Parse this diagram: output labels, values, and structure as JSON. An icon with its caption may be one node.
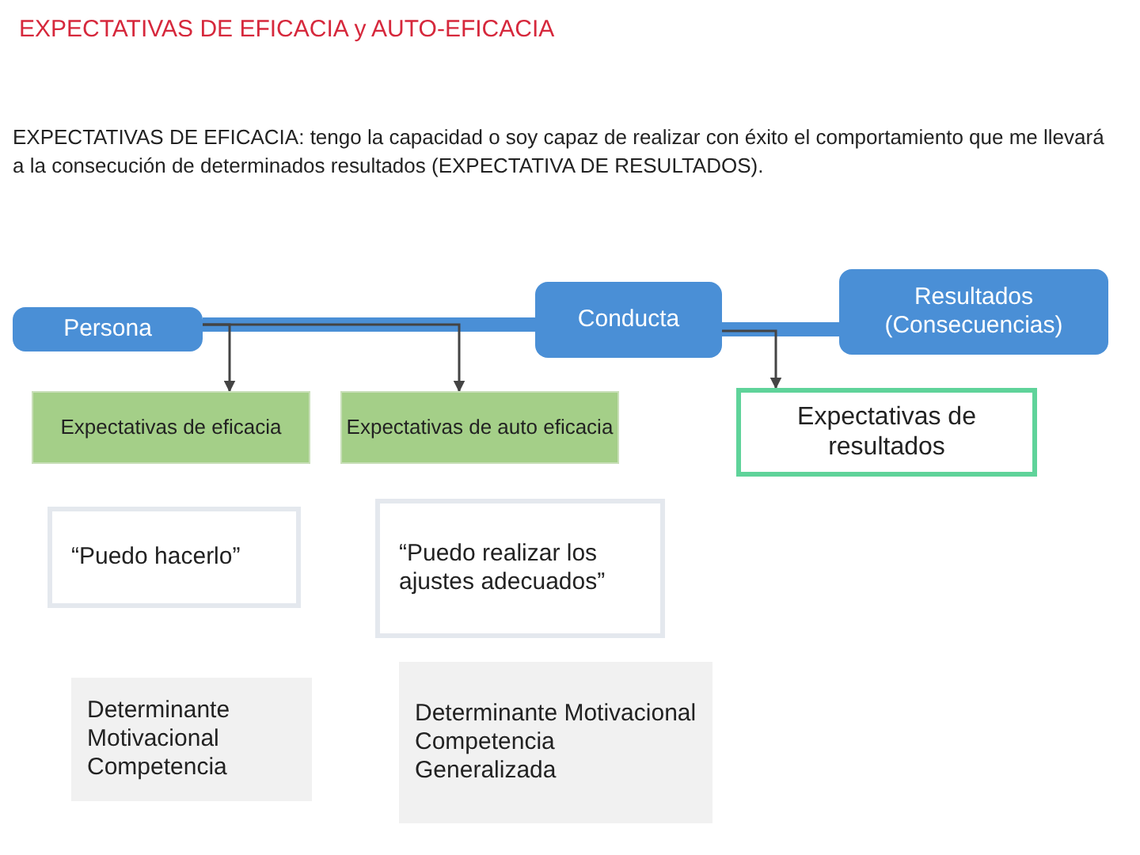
{
  "diagram": {
    "title": "EXPECTATIVAS DE EFICACIA y AUTO-EFICACIA",
    "nodes": [
      {
        "text": [
          "Persona"
        ]
      },
      {
        "text": [
          "Conducta"
        ]
      },
      {
        "text": [
          "Resultados (Consecuencias)"
        ]
      },
      {
        "text": [
          "Expectativas de eficacia"
        ]
      },
      {
        "text": [
          "Expectativas de auto eficacia"
        ]
      },
      {
        "text": [
          "Expectativas de resultados"
        ]
      },
      {
        "text": [
          "“Puedo hacerlo”"
        ]
      },
      {
        "text": [
          "“Puedo realizar los ajustes adecuados”"
        ]
      },
      {
        "text": [
          "Determinante Motivacional Competencia"
        ]
      },
      {
        "text": [
          "Determinante Motivacional Competencia Generalizada"
        ]
      }
    ],
    "edges": [
      {
        "from": 0,
        "to": 1,
        "arrow": "none",
        "style": "thick",
        "color": "#4a8fd6"
      },
      {
        "from": 1,
        "to": 2,
        "arrow": "none",
        "style": "thick",
        "color": "#4a8fd6"
      },
      {
        "from": 0,
        "to": 3,
        "arrow": "to"
      },
      {
        "from": 0,
        "to": 4,
        "arrow": "to"
      },
      {
        "from": 1,
        "to": 5,
        "arrow": "to"
      }
    ],
    "labels": [
      "EXPECTATIVAS DE EFICACIA: tengo la capacidad o soy capaz de realizar con éxito el comportamiento que me llevará a la consecución de determinados resultados (EXPECTATIVA DE RESULTADOS)."
    ]
  }
}
